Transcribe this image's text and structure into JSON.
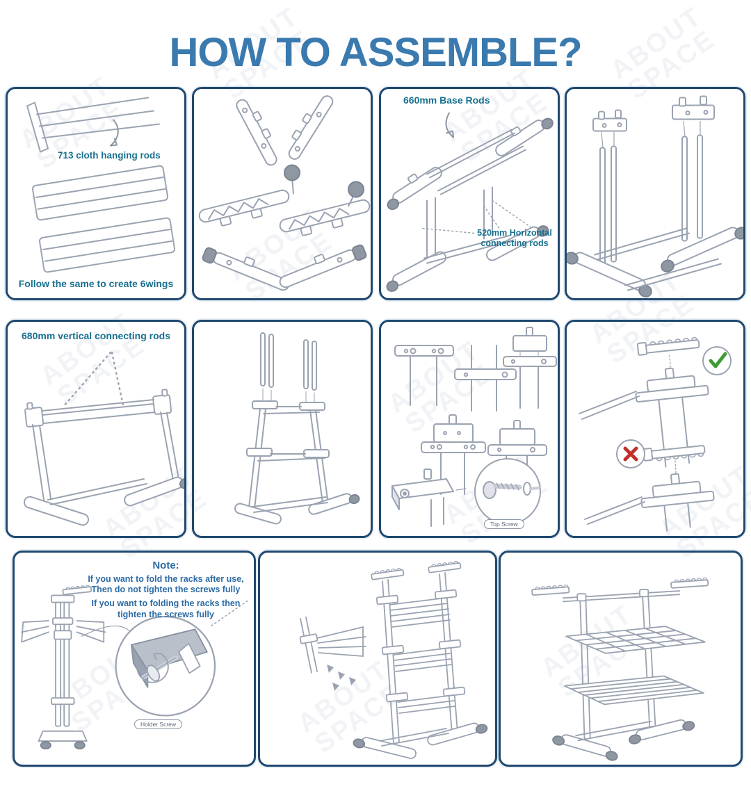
{
  "page": {
    "title": "HOW TO ASSEMBLE?"
  },
  "watermark": {
    "line1": "ABOUT",
    "line2": "SPACE"
  },
  "colors": {
    "title_blue": "#3a7aaf",
    "label_teal": "#17708f",
    "note_blue": "#2b6ba6",
    "panel_border_navy": "#20496f",
    "check_green": "#3f9b35",
    "cross_red": "#c22f2b",
    "illustration_line_gray": "#9aa3b1"
  },
  "panels": {
    "wings": {
      "rods_label": "713 cloth hanging rods",
      "footer_label": "Follow the same to create 6wings"
    },
    "base_rods": {
      "top_label": "660mm Base Rods",
      "bottom_label_line1": "520mm Horizontal",
      "bottom_label_line2": "connecting rods"
    },
    "vertical_rods": {
      "top_label": "680mm vertical connecting rods"
    },
    "top_screw": {
      "badge": "Top Screw"
    },
    "note": {
      "heading": "Note:",
      "line1": "If you want to fold the racks after use,",
      "line2": "Then do not tighten the screws fully",
      "line3": "If you want to folding the racks then",
      "line4": "tighten the screws fully",
      "badge": "Holder Screw"
    }
  }
}
